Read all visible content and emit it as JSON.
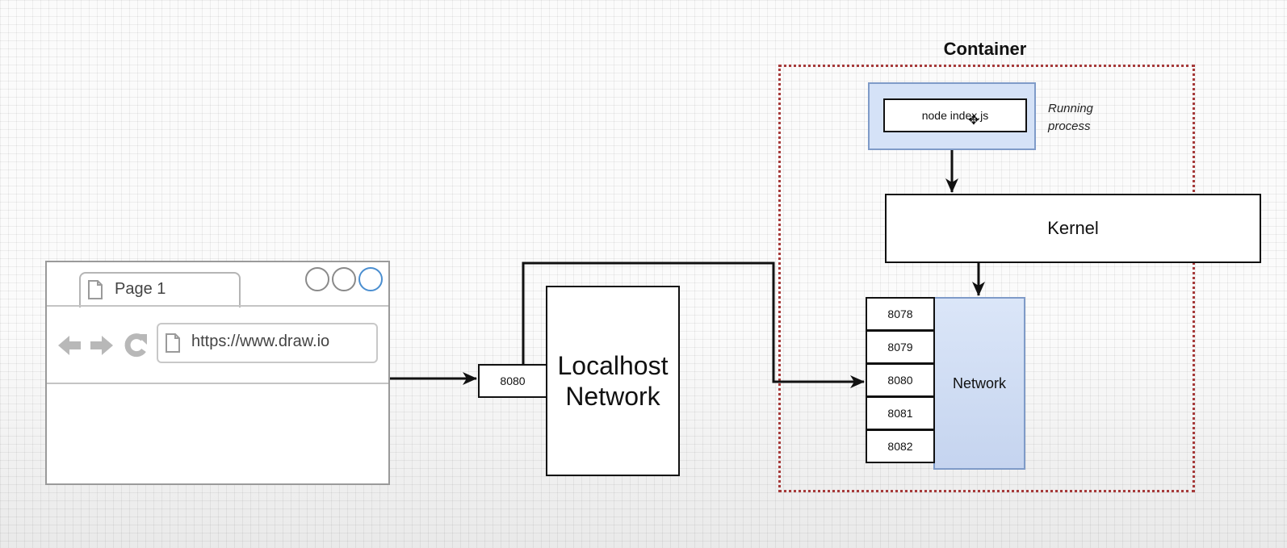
{
  "container": {
    "label": "Container"
  },
  "process": {
    "command": "node index.js",
    "annotation_line1": "Running",
    "annotation_line2": "process"
  },
  "kernel": {
    "label": "Kernel"
  },
  "network": {
    "label": "Network",
    "ports": [
      "8078",
      "8079",
      "8080",
      "8081",
      "8082"
    ]
  },
  "localhost": {
    "line1": "Localhost",
    "line2": "Network",
    "port": "8080"
  },
  "browser": {
    "tab_label": "Page 1",
    "url": "https://www.draw.io",
    "nav_icons": [
      "back-arrow-icon",
      "forward-arrow-icon",
      "reload-icon"
    ]
  },
  "colors": {
    "container_border": "#a63a3a",
    "process_fill": "#d5e2f7",
    "network_fill": "#c5d4ef",
    "accent_circle": "#4a8ed0"
  }
}
